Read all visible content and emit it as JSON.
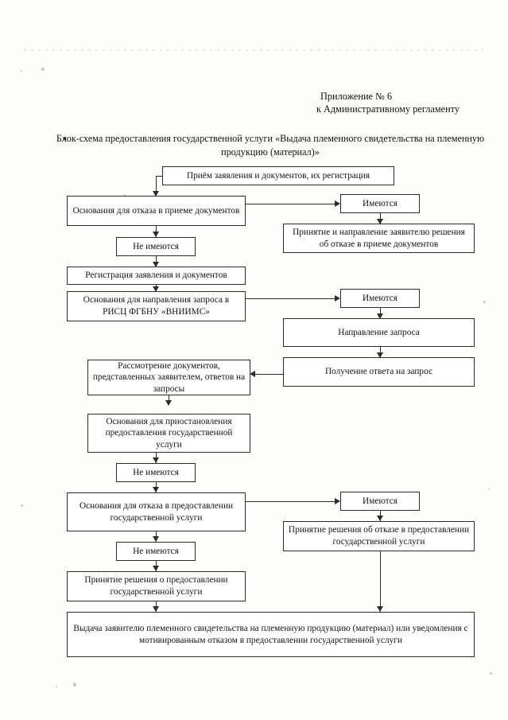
{
  "document": {
    "header_line1": "Приложение № 6",
    "header_line2": "к Административному регламенту",
    "title": "Блок-схема предоставления государственной услуги «Выдача племенного свидетельства на племенную продукцию (материал)»"
  },
  "colors": {
    "page_background": "#fdfdfc",
    "ink": "#2b2b2b",
    "text": "#141414"
  },
  "chart_data": {
    "type": "diagram",
    "title": "Блок-схема предоставления государственной услуги «Выдача племенного свидетельства на племенную продукцию (материал)»",
    "nodes": [
      {
        "id": "n1",
        "label": "Приём заявления и документов, их регистрация"
      },
      {
        "id": "n2",
        "label": "Основания для отказа в приеме документов"
      },
      {
        "id": "n3",
        "label": "Имеются"
      },
      {
        "id": "n4",
        "label": "Принятие и направление заявителю решения об отказе в приеме документов"
      },
      {
        "id": "n5",
        "label": "Не имеются"
      },
      {
        "id": "n6",
        "label": "Регистрация заявления и документов"
      },
      {
        "id": "n7",
        "label": "Основания для направления запроса в РИСЦ ФГБНУ «ВНИИМС»"
      },
      {
        "id": "n8",
        "label": "Имеются"
      },
      {
        "id": "n9",
        "label": "Направление запроса"
      },
      {
        "id": "n10",
        "label": "Получение ответа на запрос"
      },
      {
        "id": "n11",
        "label": "Рассмотрение документов, представленных заявителем, ответов на запросы"
      },
      {
        "id": "n12",
        "label": "Основания для приостановления предоставления государственной услуги"
      },
      {
        "id": "n13",
        "label": "Не имеются"
      },
      {
        "id": "n14",
        "label": "Основания для отказа в предоставлении государственной услуги"
      },
      {
        "id": "n15",
        "label": "Имеются"
      },
      {
        "id": "n16",
        "label": "Принятие решения об отказе в предоставлении государственной услуги"
      },
      {
        "id": "n17",
        "label": "Не имеются"
      },
      {
        "id": "n18",
        "label": "Принятие решения о предоставлении государственной услуги"
      },
      {
        "id": "n19",
        "label": "Выдача заявителю племенного свидетельства на племенную продукцию (материал) или уведомления с мотивированным отказом в предоставлении государственной услуги"
      }
    ],
    "edges": [
      {
        "from": "n1",
        "to": "n2",
        "direction": "down"
      },
      {
        "from": "n2",
        "to": "n3",
        "direction": "right"
      },
      {
        "from": "n3",
        "to": "n4",
        "direction": "down"
      },
      {
        "from": "n2",
        "to": "n5",
        "direction": "down"
      },
      {
        "from": "n5",
        "to": "n6",
        "direction": "down"
      },
      {
        "from": "n6",
        "to": "n7",
        "direction": "down"
      },
      {
        "from": "n7",
        "to": "n8",
        "direction": "right"
      },
      {
        "from": "n8",
        "to": "n9",
        "direction": "down"
      },
      {
        "from": "n9",
        "to": "n10",
        "direction": "down"
      },
      {
        "from": "n10",
        "to": "n11",
        "direction": "left"
      },
      {
        "from": "n11",
        "to": "n12",
        "direction": "down"
      },
      {
        "from": "n12",
        "to": "n13",
        "direction": "down"
      },
      {
        "from": "n13",
        "to": "n14",
        "direction": "down"
      },
      {
        "from": "n14",
        "to": "n15",
        "direction": "right"
      },
      {
        "from": "n15",
        "to": "n16",
        "direction": "down"
      },
      {
        "from": "n14",
        "to": "n17",
        "direction": "down"
      },
      {
        "from": "n17",
        "to": "n18",
        "direction": "down"
      },
      {
        "from": "n18",
        "to": "n19",
        "direction": "down"
      },
      {
        "from": "n16",
        "to": "n19",
        "direction": "down"
      }
    ]
  }
}
